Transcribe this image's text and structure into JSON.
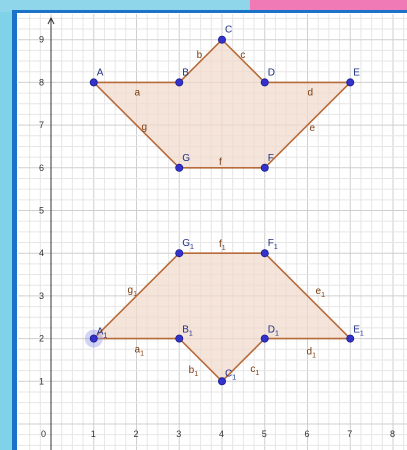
{
  "colors": {
    "grid_minor": "#e6e6e6",
    "grid_major": "#cfcfcf",
    "axis": "#333333",
    "polygon_fill": "#f1d9cb",
    "polygon_stroke": "#b76a3a",
    "point": "#3333cc",
    "point_label": "#1e2f86",
    "segment_label": "#7a3c10"
  },
  "axes": {
    "x_ticks": [
      "0",
      "1",
      "2",
      "3",
      "4",
      "5",
      "6",
      "7",
      "8"
    ],
    "y_ticks": [
      "1",
      "2",
      "3",
      "4",
      "5",
      "6",
      "7",
      "8",
      "9"
    ]
  },
  "shape_top": {
    "points": [
      {
        "name": "A",
        "x": 1,
        "y": 8
      },
      {
        "name": "B",
        "x": 3,
        "y": 8
      },
      {
        "name": "C",
        "x": 4,
        "y": 9
      },
      {
        "name": "D",
        "x": 5,
        "y": 8
      },
      {
        "name": "E",
        "x": 7,
        "y": 8
      },
      {
        "name": "F",
        "x": 5,
        "y": 6
      },
      {
        "name": "G",
        "x": 3,
        "y": 6
      }
    ],
    "segments": [
      {
        "name": "a",
        "from": "A",
        "to": "B"
      },
      {
        "name": "b",
        "from": "B",
        "to": "C"
      },
      {
        "name": "c",
        "from": "C",
        "to": "D"
      },
      {
        "name": "d",
        "from": "D",
        "to": "E"
      },
      {
        "name": "e",
        "from": "E",
        "to": "F"
      },
      {
        "name": "f",
        "from": "F",
        "to": "G"
      },
      {
        "name": "g",
        "from": "G",
        "to": "A"
      }
    ]
  },
  "shape_bottom": {
    "points": [
      {
        "name": "A",
        "sub": "1",
        "x": 1,
        "y": 2
      },
      {
        "name": "B",
        "sub": "1",
        "x": 3,
        "y": 2
      },
      {
        "name": "C",
        "sub": "1",
        "x": 4,
        "y": 1
      },
      {
        "name": "D",
        "sub": "1",
        "x": 5,
        "y": 2
      },
      {
        "name": "E",
        "sub": "1",
        "x": 7,
        "y": 2
      },
      {
        "name": "F",
        "sub": "1",
        "x": 5,
        "y": 4
      },
      {
        "name": "G",
        "sub": "1",
        "x": 3,
        "y": 4
      }
    ],
    "segments": [
      {
        "name": "a",
        "sub": "1",
        "from": "A",
        "to": "B"
      },
      {
        "name": "b",
        "sub": "1",
        "from": "B",
        "to": "C"
      },
      {
        "name": "c",
        "sub": "1",
        "from": "C",
        "to": "D"
      },
      {
        "name": "d",
        "sub": "1",
        "from": "D",
        "to": "E"
      },
      {
        "name": "e",
        "sub": "1",
        "from": "E",
        "to": "F"
      },
      {
        "name": "f",
        "sub": "1",
        "from": "F",
        "to": "G"
      },
      {
        "name": "g",
        "sub": "1",
        "from": "G",
        "to": "A"
      }
    ]
  }
}
